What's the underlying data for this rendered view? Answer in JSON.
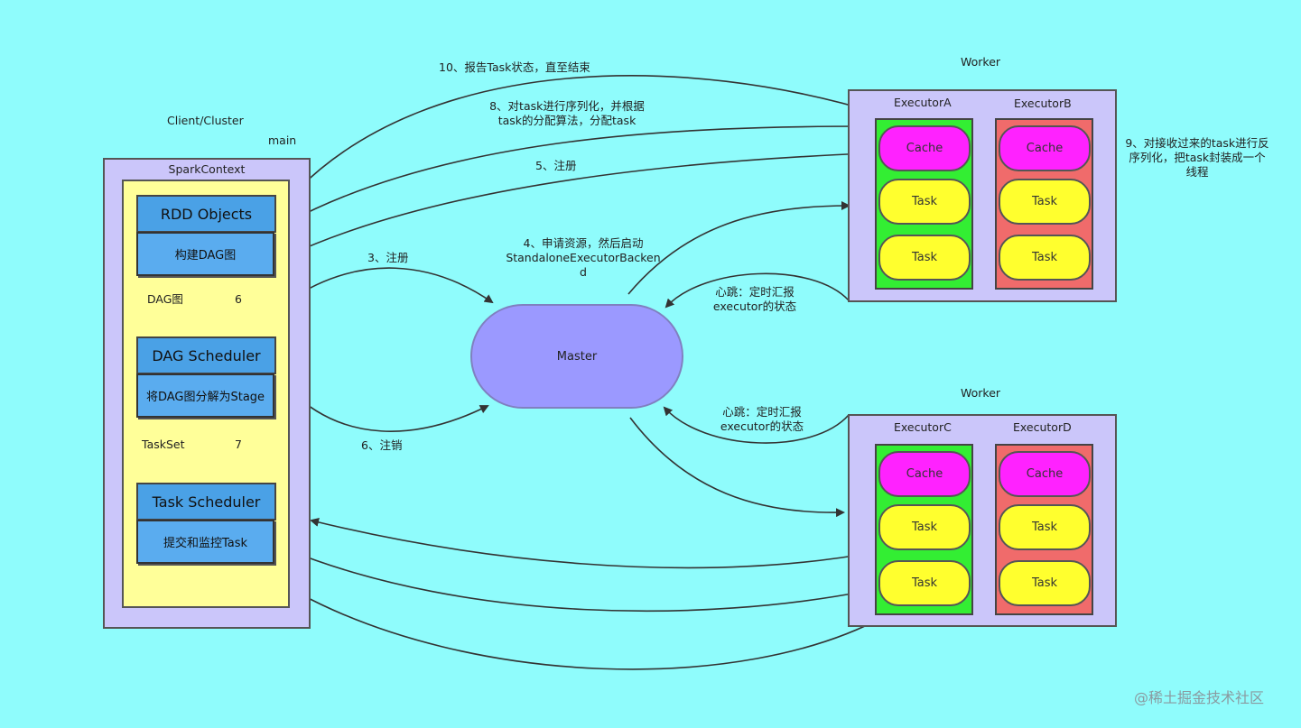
{
  "client": {
    "title": "Client/Cluster",
    "main": "main",
    "spark_context": "SparkContext",
    "rdd_objects": "RDD  Objects",
    "build_dag": "构建DAG图",
    "dag_label": "DAG图",
    "step6": "6",
    "dag_scheduler": "DAG Scheduler",
    "split_dag": "将DAG图分解为Stage",
    "taskset_label": "TaskSet",
    "step7": "7",
    "task_scheduler": "Task Scheduler",
    "submit_monitor": "提交和监控Task"
  },
  "master": {
    "label": "Master"
  },
  "worker_top": {
    "title": "Worker",
    "executor_a": "ExecutorA",
    "executor_b": "ExecutorB",
    "cache": "Cache",
    "task": "Task"
  },
  "worker_bottom": {
    "title": "Worker",
    "executor_c": "ExecutorC",
    "executor_d": "ExecutorD",
    "cache": "Cache",
    "task": "Task"
  },
  "edges": {
    "report_status": "10、报告Task状态，直至结束",
    "serialize_line1": "8、对task进行序列化，并根据",
    "serialize_line2": "task的分配算法，分配task",
    "register5": "5、注册",
    "register3": "3、注册",
    "apply_line1": "4、申请资源，然后启动",
    "apply_line2": "StandaloneExecutorBacken",
    "apply_line3": "d",
    "heartbeat_top_line1": "心跳：定时汇报",
    "heartbeat_top_line2": "executor的状态",
    "heartbeat_bottom_line1": "心跳：定时汇报",
    "heartbeat_bottom_line2": "executor的状态",
    "deregister": "6、注销",
    "deserialize_line1": "9、对接收过来的task进行反",
    "deserialize_line2": "序列化，把task封装成一个",
    "deserialize_line3": "线程"
  },
  "watermark": "@稀土掘金技术社区"
}
